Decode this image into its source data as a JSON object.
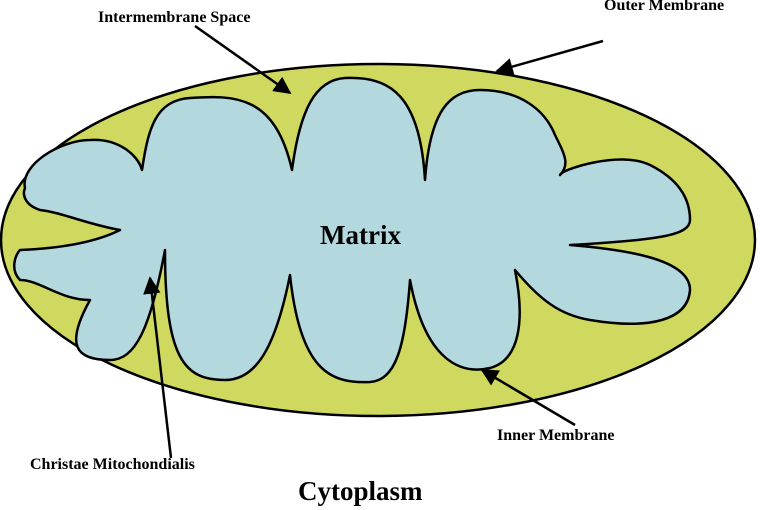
{
  "diagram": {
    "labels": {
      "intermembrane_space": "Intermembrane Space",
      "outer_membrane": "Outer Membrane",
      "matrix": "Matrix",
      "inner_membrane": "Inner Membrane",
      "cristae": "Christae Mitochondialis",
      "cytoplasm": "Cytoplasm"
    },
    "colors": {
      "outer_fill": "#cfd85f",
      "matrix_fill": "#b3d9df",
      "stroke": "#000000",
      "background": "#ffffff"
    }
  }
}
